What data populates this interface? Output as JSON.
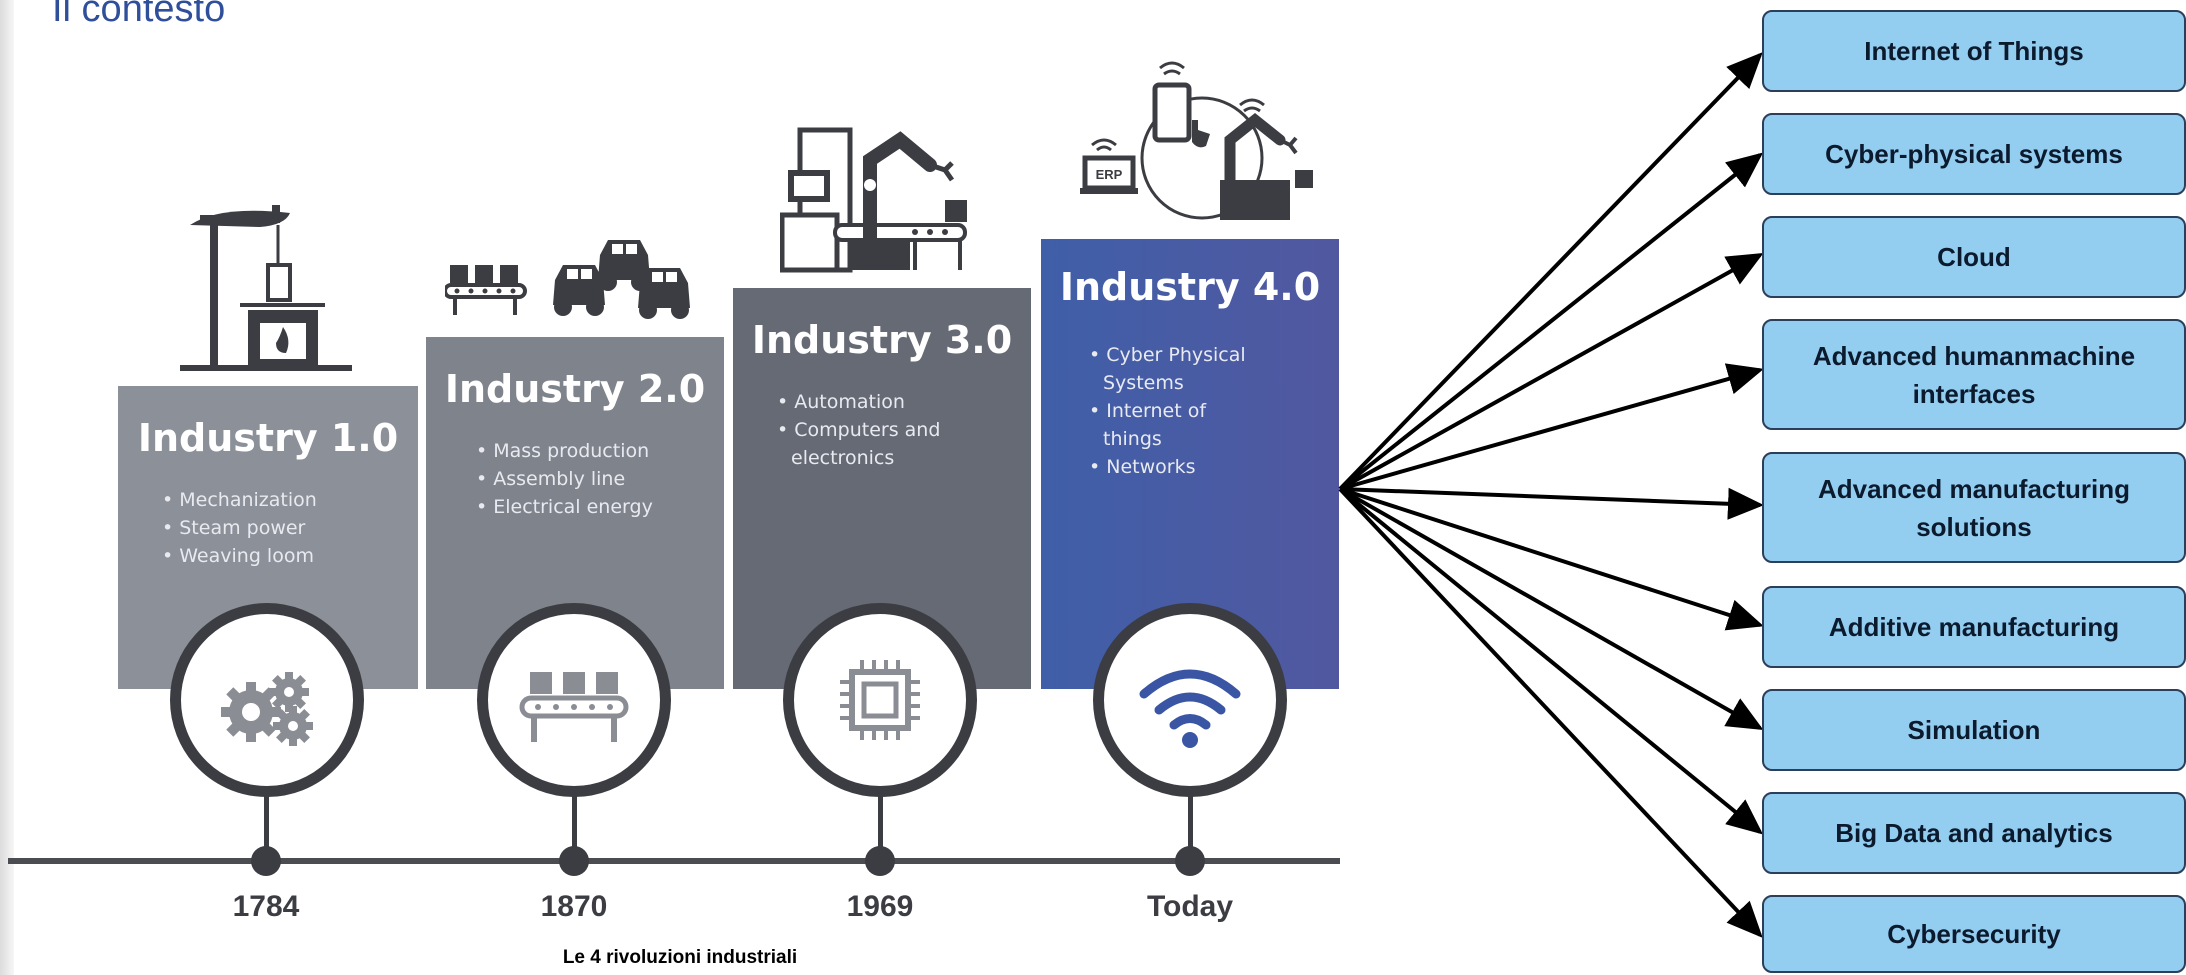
{
  "title": "Il contesto",
  "caption": "Le 4 rivoluzioni industriali",
  "industries": [
    {
      "title": "Industry 1.0",
      "items": [
        "Mechanization",
        "Steam power",
        "Weaving loom"
      ],
      "year": "1784",
      "icon": "gears-icon"
    },
    {
      "title": "Industry 2.0",
      "items": [
        "Mass production",
        "Assembly line",
        "Electrical energy"
      ],
      "year": "1870",
      "icon": "conveyor-icon"
    },
    {
      "title": "Industry 3.0",
      "items": [
        "Automation",
        "Computers and electronics"
      ],
      "year": "1969",
      "icon": "chip-icon"
    },
    {
      "title": "Industry 4.0",
      "items": [
        "Cyber Physical Systems",
        "Internet of things",
        "Networks"
      ],
      "year": "Today",
      "icon": "wifi-icon"
    }
  ],
  "illustration_labels": {
    "erp": "ERP"
  },
  "technologies": [
    "Internet of Things",
    "Cyber-physical systems",
    "Cloud",
    "Advanced humanmachine interfaces",
    "Advanced manufacturing solutions",
    "Additive manufacturing",
    "Simulation",
    "Big Data and analytics",
    "Cybersecurity"
  ],
  "colors": {
    "title": "#2f4f9a",
    "tech_box": "#93cdf0",
    "industry4": "#4a5aa6",
    "timeline": "#3b3d42"
  }
}
